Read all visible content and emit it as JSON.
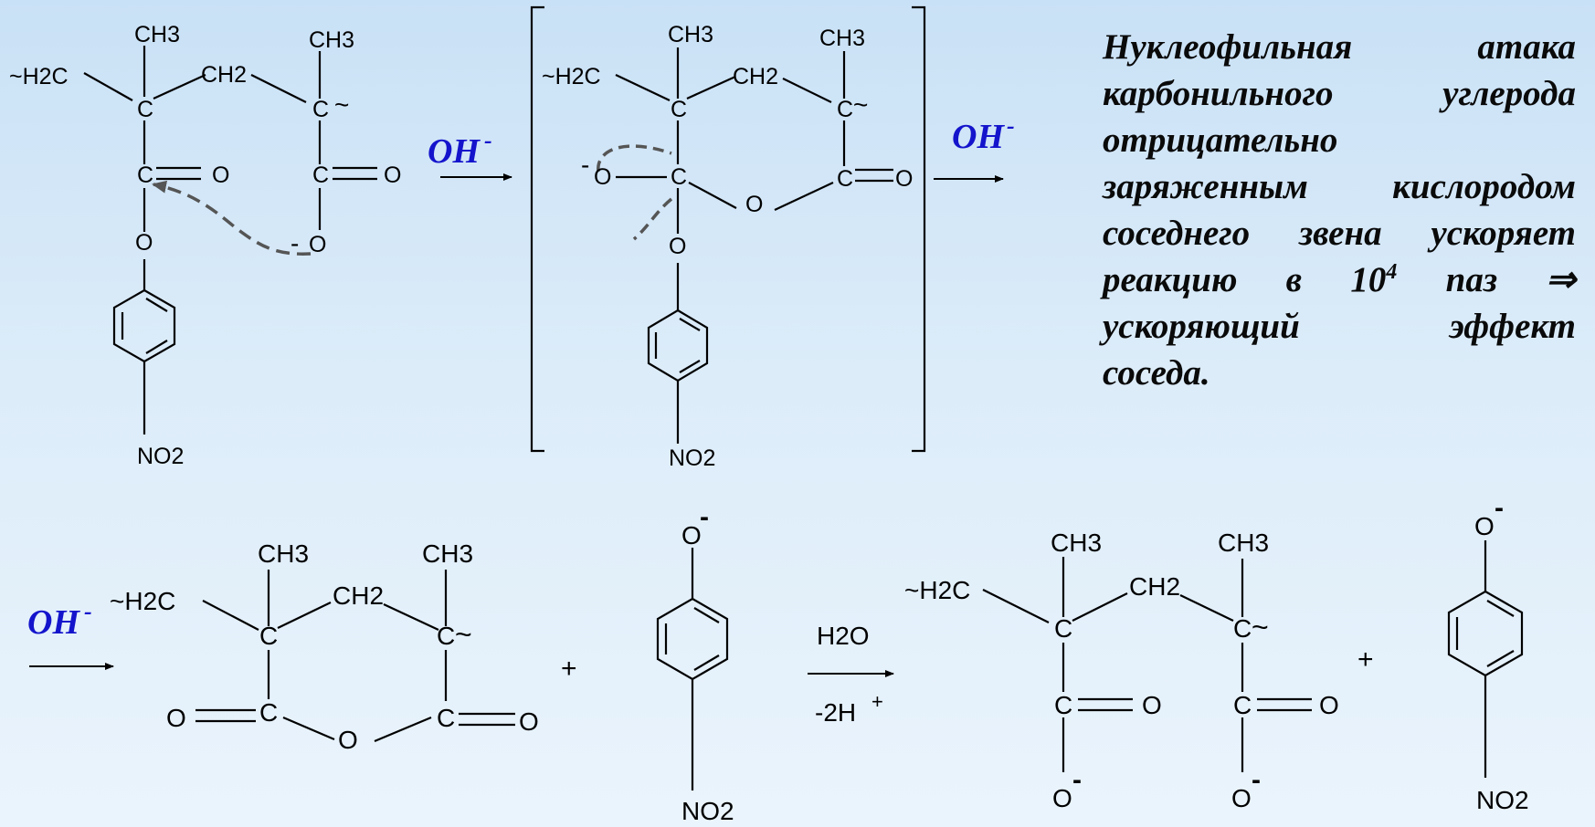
{
  "labels": {
    "ch3": "CH3",
    "ch2": "CH2",
    "h2c": "~H2C",
    "c": "C",
    "o": "O",
    "o_minus": "O",
    "minus": "-",
    "tilde": "~",
    "no2": "NO2",
    "oh": "OH",
    "plus": "+",
    "h2o": "H2O",
    "minus_2h": "-2H"
  },
  "description": {
    "lines": [
      "Нуклеофильная атака",
      "карбонильного углерода",
      "отрицательно",
      "заряженным кислородом",
      "соседнего звена ускоряет"
    ],
    "line6_pre": "реакцию в 10",
    "line6_sup": "4",
    "line6_post": " паз ⇒",
    "line7": "ускоряющий эффект",
    "line8": "соседа."
  }
}
